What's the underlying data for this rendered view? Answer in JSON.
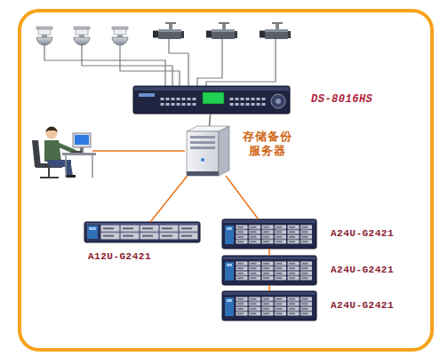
{
  "diagram": {
    "nodes": [
      {
        "text": [
          "DS-8016HS"
        ]
      },
      {
        "text": [
          "存储备份 服务器"
        ]
      },
      {
        "text": [
          "A12U-G2421"
        ]
      },
      {
        "text": [
          "A24U-G2421"
        ]
      },
      {
        "text": [
          "A24U-G2421"
        ]
      },
      {
        "text": [
          "A24U-G2421"
        ]
      }
    ],
    "edges": [
      {
        "from": 0,
        "to": 1,
        "arrow": "none"
      },
      {
        "from": 1,
        "to": 2,
        "arrow": "none"
      },
      {
        "from": 1,
        "to": 3,
        "arrow": "none"
      },
      {
        "from": 3,
        "to": 4,
        "arrow": "none"
      },
      {
        "from": 4,
        "to": 5,
        "arrow": "none"
      }
    ]
  }
}
